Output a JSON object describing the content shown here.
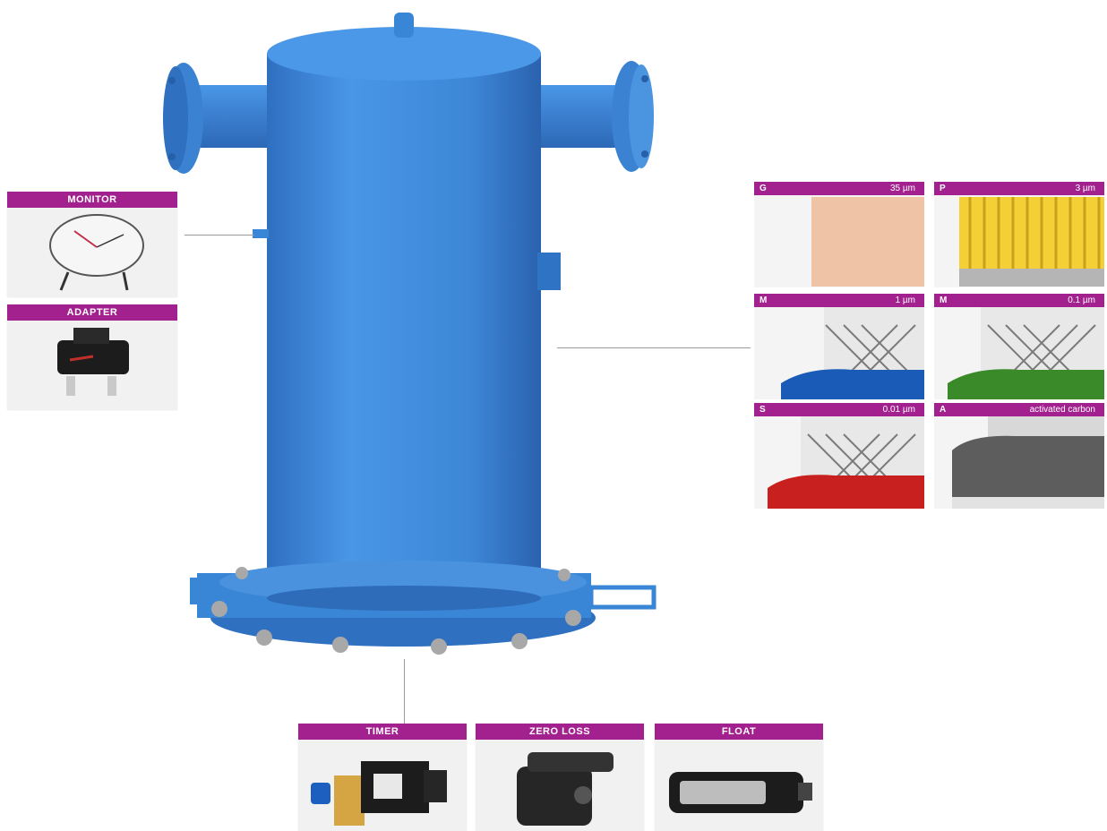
{
  "accessories_left": [
    {
      "label": "MONITOR"
    },
    {
      "label": "ADAPTER"
    }
  ],
  "filter_grades": [
    {
      "grade": "G",
      "rating": "35 µm",
      "media_color": "#efc3a6",
      "band_color": ""
    },
    {
      "grade": "P",
      "rating": "3 µm",
      "media_color": "#f4cf35",
      "band_color": ""
    },
    {
      "grade": "M",
      "rating": "1 µm",
      "media_color": "#e8e8e8",
      "band_color": "#1a5bb8"
    },
    {
      "grade": "M",
      "rating": "0.1 µm",
      "media_color": "#e8e8e8",
      "band_color": "#3a8a2a"
    },
    {
      "grade": "S",
      "rating": "0.01 µm",
      "media_color": "#e8e8e8",
      "band_color": "#c8201f"
    },
    {
      "grade": "A",
      "rating": "activated carbon",
      "media_color": "#5d5d5d",
      "band_color": "#444444"
    }
  ],
  "drains": [
    {
      "label": "TIMER"
    },
    {
      "label": "ZERO LOSS"
    },
    {
      "label": "FLOAT"
    }
  ],
  "colors": {
    "vessel": "#3a86d6",
    "header": "#a2218f"
  }
}
